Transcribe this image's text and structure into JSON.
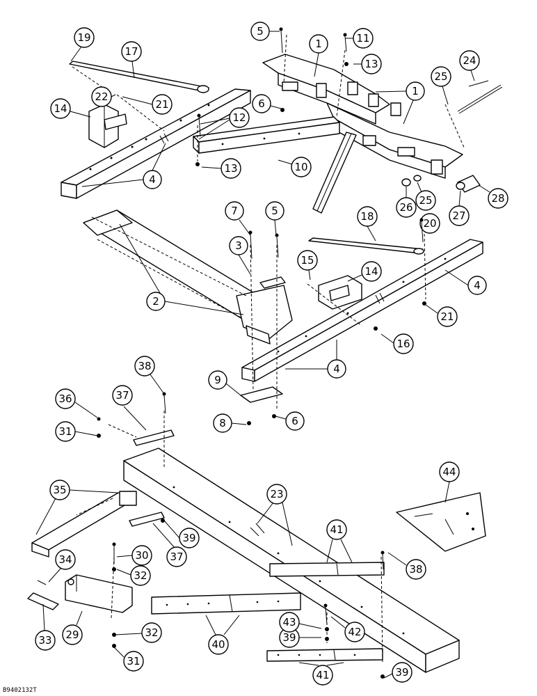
{
  "drawing_code": "B9402132T",
  "callouts": [
    {
      "label": "1"
    },
    {
      "label": "1"
    },
    {
      "label": "2"
    },
    {
      "label": "3"
    },
    {
      "label": "4"
    },
    {
      "label": "4"
    },
    {
      "label": "4"
    },
    {
      "label": "5"
    },
    {
      "label": "5"
    },
    {
      "label": "6"
    },
    {
      "label": "6"
    },
    {
      "label": "7"
    },
    {
      "label": "8"
    },
    {
      "label": "9"
    },
    {
      "label": "10"
    },
    {
      "label": "11"
    },
    {
      "label": "12"
    },
    {
      "label": "13"
    },
    {
      "label": "13"
    },
    {
      "label": "14"
    },
    {
      "label": "14"
    },
    {
      "label": "15"
    },
    {
      "label": "16"
    },
    {
      "label": "17"
    },
    {
      "label": "18"
    },
    {
      "label": "19"
    },
    {
      "label": "20"
    },
    {
      "label": "21"
    },
    {
      "label": "21"
    },
    {
      "label": "22"
    },
    {
      "label": "23"
    },
    {
      "label": "24"
    },
    {
      "label": "25"
    },
    {
      "label": "25"
    },
    {
      "label": "26"
    },
    {
      "label": "27"
    },
    {
      "label": "28"
    },
    {
      "label": "29"
    },
    {
      "label": "30"
    },
    {
      "label": "31"
    },
    {
      "label": "31"
    },
    {
      "label": "32"
    },
    {
      "label": "32"
    },
    {
      "label": "33"
    },
    {
      "label": "34"
    },
    {
      "label": "35"
    },
    {
      "label": "36"
    },
    {
      "label": "37"
    },
    {
      "label": "37"
    },
    {
      "label": "38"
    },
    {
      "label": "38"
    },
    {
      "label": "39"
    },
    {
      "label": "39"
    },
    {
      "label": "39"
    },
    {
      "label": "40"
    },
    {
      "label": "41"
    },
    {
      "label": "41"
    },
    {
      "label": "42"
    },
    {
      "label": "43"
    },
    {
      "label": "44"
    }
  ]
}
